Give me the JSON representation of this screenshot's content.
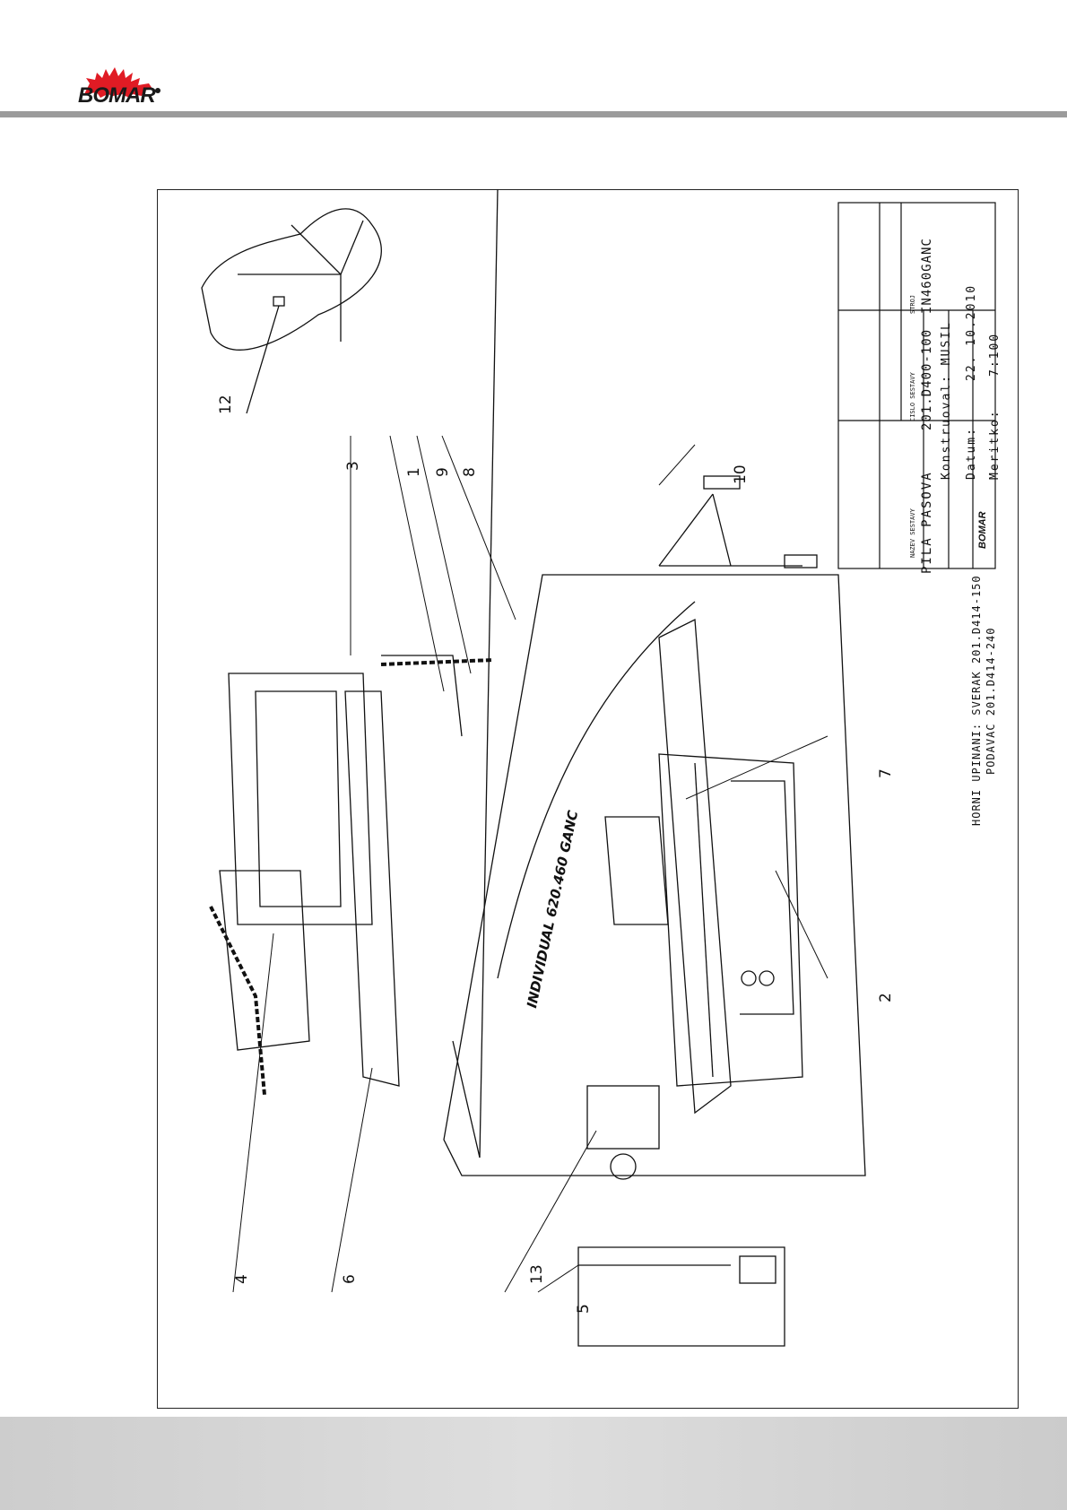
{
  "header": {
    "brand": "BOMAR",
    "logo_icon": "red-dinosaur-logo"
  },
  "callouts": {
    "c1": "1",
    "c2": "2",
    "c3": "3",
    "c4": "4",
    "c5": "5",
    "c6": "6",
    "c7": "7",
    "c8": "8",
    "c9": "9",
    "c10": "10",
    "c12": "12",
    "c13": "13"
  },
  "machine_label": "INDIVIDUAL 620.460 GANC",
  "notes": {
    "line1": "HORNI UPINANI: SVERAK 201.D414-150",
    "line2": "PODAVAC 201.D414-240"
  },
  "title_block": {
    "name_label": "NAZEV SESTAVY",
    "name_value": "PILA PASOVA",
    "number_label": "CISLO SESTAVY",
    "number_value": "201.D400-100",
    "machine_label": "STROJ",
    "machine_value": "IN460GANC",
    "designer": "Konstruoval: MUSIL",
    "date_label": "Datum:",
    "date_value": "22. 10.2010",
    "scale_label": "Meritko:",
    "scale_value": "7:100",
    "logo_word": "BOMAR"
  },
  "colors": {
    "brand_red": "#e01b24",
    "rule_gray": "#9b9b9b",
    "footer_gray": "#d4d4d4"
  }
}
